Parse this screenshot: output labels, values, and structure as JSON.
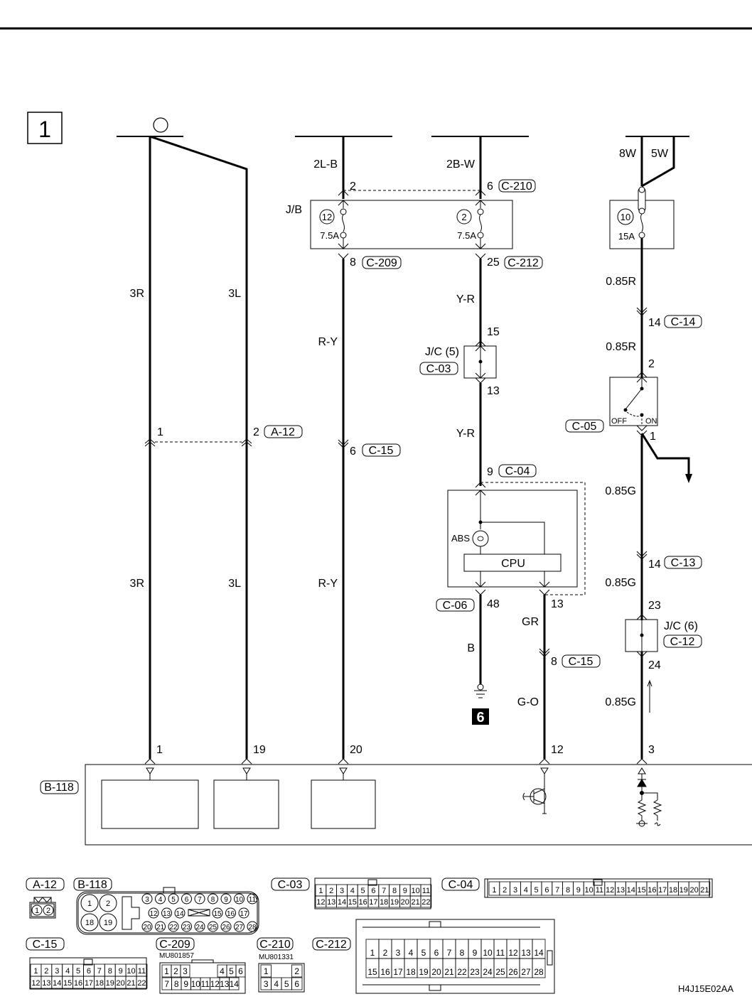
{
  "sheet": {
    "section_number": "1",
    "figure_id": "H4J15E02AA"
  },
  "top_rails": {
    "ignition_symbol": "circle",
    "jb_fuse_block": {
      "label": "J/B",
      "left_fuse": {
        "number": "12",
        "rating": "7.5A",
        "in_wire": "2L-B",
        "in_pin": "2",
        "out_pin": "8",
        "out_connector": "C-209"
      },
      "right_fuse": {
        "number": "2",
        "rating": "7.5A",
        "in_wire": "2B-W",
        "in_pin": "6",
        "in_connector": "C-210",
        "out_pin": "25",
        "out_connector": "C-212"
      }
    },
    "fusible_block": {
      "fuse": {
        "number": "10",
        "rating": "15A"
      },
      "wires": [
        "8W",
        "5W"
      ]
    }
  },
  "circuits": {
    "col1": {
      "wire_upper": "3R",
      "wire_lower": "3R",
      "mid_pin": "1",
      "end_pin": "1"
    },
    "col2": {
      "wire_upper": "3L",
      "wire_lower": "3L",
      "mid_pin": "2",
      "mid_connector": "A-12",
      "end_pin": "19"
    },
    "col3": {
      "wire_upper": "R-Y",
      "wire_lower": "R-Y",
      "mid_pin": "6",
      "mid_connector": "C-15",
      "end_pin": "20"
    },
    "col4": {
      "wire1": "Y-R",
      "jc_label": "J/C (5)",
      "jc_connector": "C-03",
      "jc_in": "15",
      "jc_out": "13",
      "wire2": "Y-R",
      "abs_in_pin": "9",
      "abs_connector": "C-04",
      "abs_lamp_label": "ABS",
      "cpu_label": "CPU",
      "ground_pin": "48",
      "ground_connector": "C-06",
      "ground_wire": "B",
      "ground_number": "6"
    },
    "col5": {
      "out_pin": "13",
      "wire1": "GR",
      "mid_pin": "8",
      "mid_connector": "C-15",
      "wire2": "G-O",
      "end_pin": "12"
    },
    "col6": {
      "wire1": "0.85R",
      "pin_a": "14",
      "conn_a": "C-14",
      "wire2": "0.85R",
      "switch_in": "2",
      "switch_connector": "C-05",
      "switch_off": "OFF",
      "switch_on": "ON",
      "switch_out": "1",
      "wire3": "0.85G",
      "pin_b": "14",
      "conn_b": "C-13",
      "wire4": "0.85G",
      "jc_in": "23",
      "jc_label": "J/C (6)",
      "jc_connector": "C-12",
      "jc_out": "24",
      "wire5": "0.85G",
      "end_pin": "3"
    }
  },
  "module": {
    "connector": "B-118"
  },
  "connector_views": {
    "a12": {
      "label": "A-12",
      "pins": [
        "1",
        "2"
      ]
    },
    "b118": {
      "label": "B-118",
      "big_pins": [
        "1",
        "2",
        "18",
        "19"
      ],
      "row1": [
        "3",
        "4",
        "5",
        "6",
        "7",
        "8",
        "9",
        "10",
        "11"
      ],
      "row2a": [
        "12",
        "13",
        "14"
      ],
      "row2b": [
        "15",
        "16",
        "17"
      ],
      "row3": [
        "20",
        "21",
        "22",
        "23",
        "24",
        "25",
        "26",
        "27",
        "28"
      ]
    },
    "c03": {
      "label": "C-03",
      "row1": [
        "1",
        "2",
        "3",
        "4",
        "5",
        "6",
        "7",
        "8",
        "9",
        "10",
        "11"
      ],
      "row2": [
        "12",
        "13",
        "14",
        "15",
        "16",
        "17",
        "18",
        "19",
        "20",
        "21",
        "22"
      ]
    },
    "c04": {
      "label": "C-04",
      "row1": [
        "1",
        "2",
        "3",
        "4",
        "5",
        "6",
        "7",
        "8",
        "9",
        "10",
        "11",
        "12",
        "13",
        "14",
        "15",
        "16",
        "17",
        "18",
        "19",
        "20",
        "21"
      ]
    },
    "c15": {
      "label": "C-15",
      "row1": [
        "1",
        "2",
        "3",
        "4",
        "5",
        "6",
        "7",
        "8",
        "9",
        "10",
        "11"
      ],
      "row2": [
        "12",
        "13",
        "14",
        "15",
        "16",
        "17",
        "18",
        "19",
        "20",
        "21",
        "22"
      ]
    },
    "c209": {
      "label": "C-209",
      "part": "MU801857",
      "row1": [
        "1",
        "2",
        "3",
        "",
        "",
        "",
        "4",
        "5",
        "6"
      ],
      "row2": [
        "7",
        "8",
        "9",
        "10",
        "11",
        "12",
        "13",
        "14"
      ]
    },
    "c210": {
      "label": "C-210",
      "part": "MU801331",
      "row1": [
        "1",
        "",
        "",
        "2"
      ],
      "row2": [
        "3",
        "4",
        "5",
        "6"
      ]
    },
    "c212": {
      "label": "C-212",
      "row1": [
        "1",
        "2",
        "3",
        "4",
        "5",
        "6",
        "7",
        "8",
        "9",
        "10",
        "11",
        "12",
        "13",
        "14"
      ],
      "row2": [
        "15",
        "16",
        "17",
        "18",
        "19",
        "20",
        "21",
        "22",
        "23",
        "24",
        "25",
        "26",
        "27",
        "28"
      ]
    }
  }
}
